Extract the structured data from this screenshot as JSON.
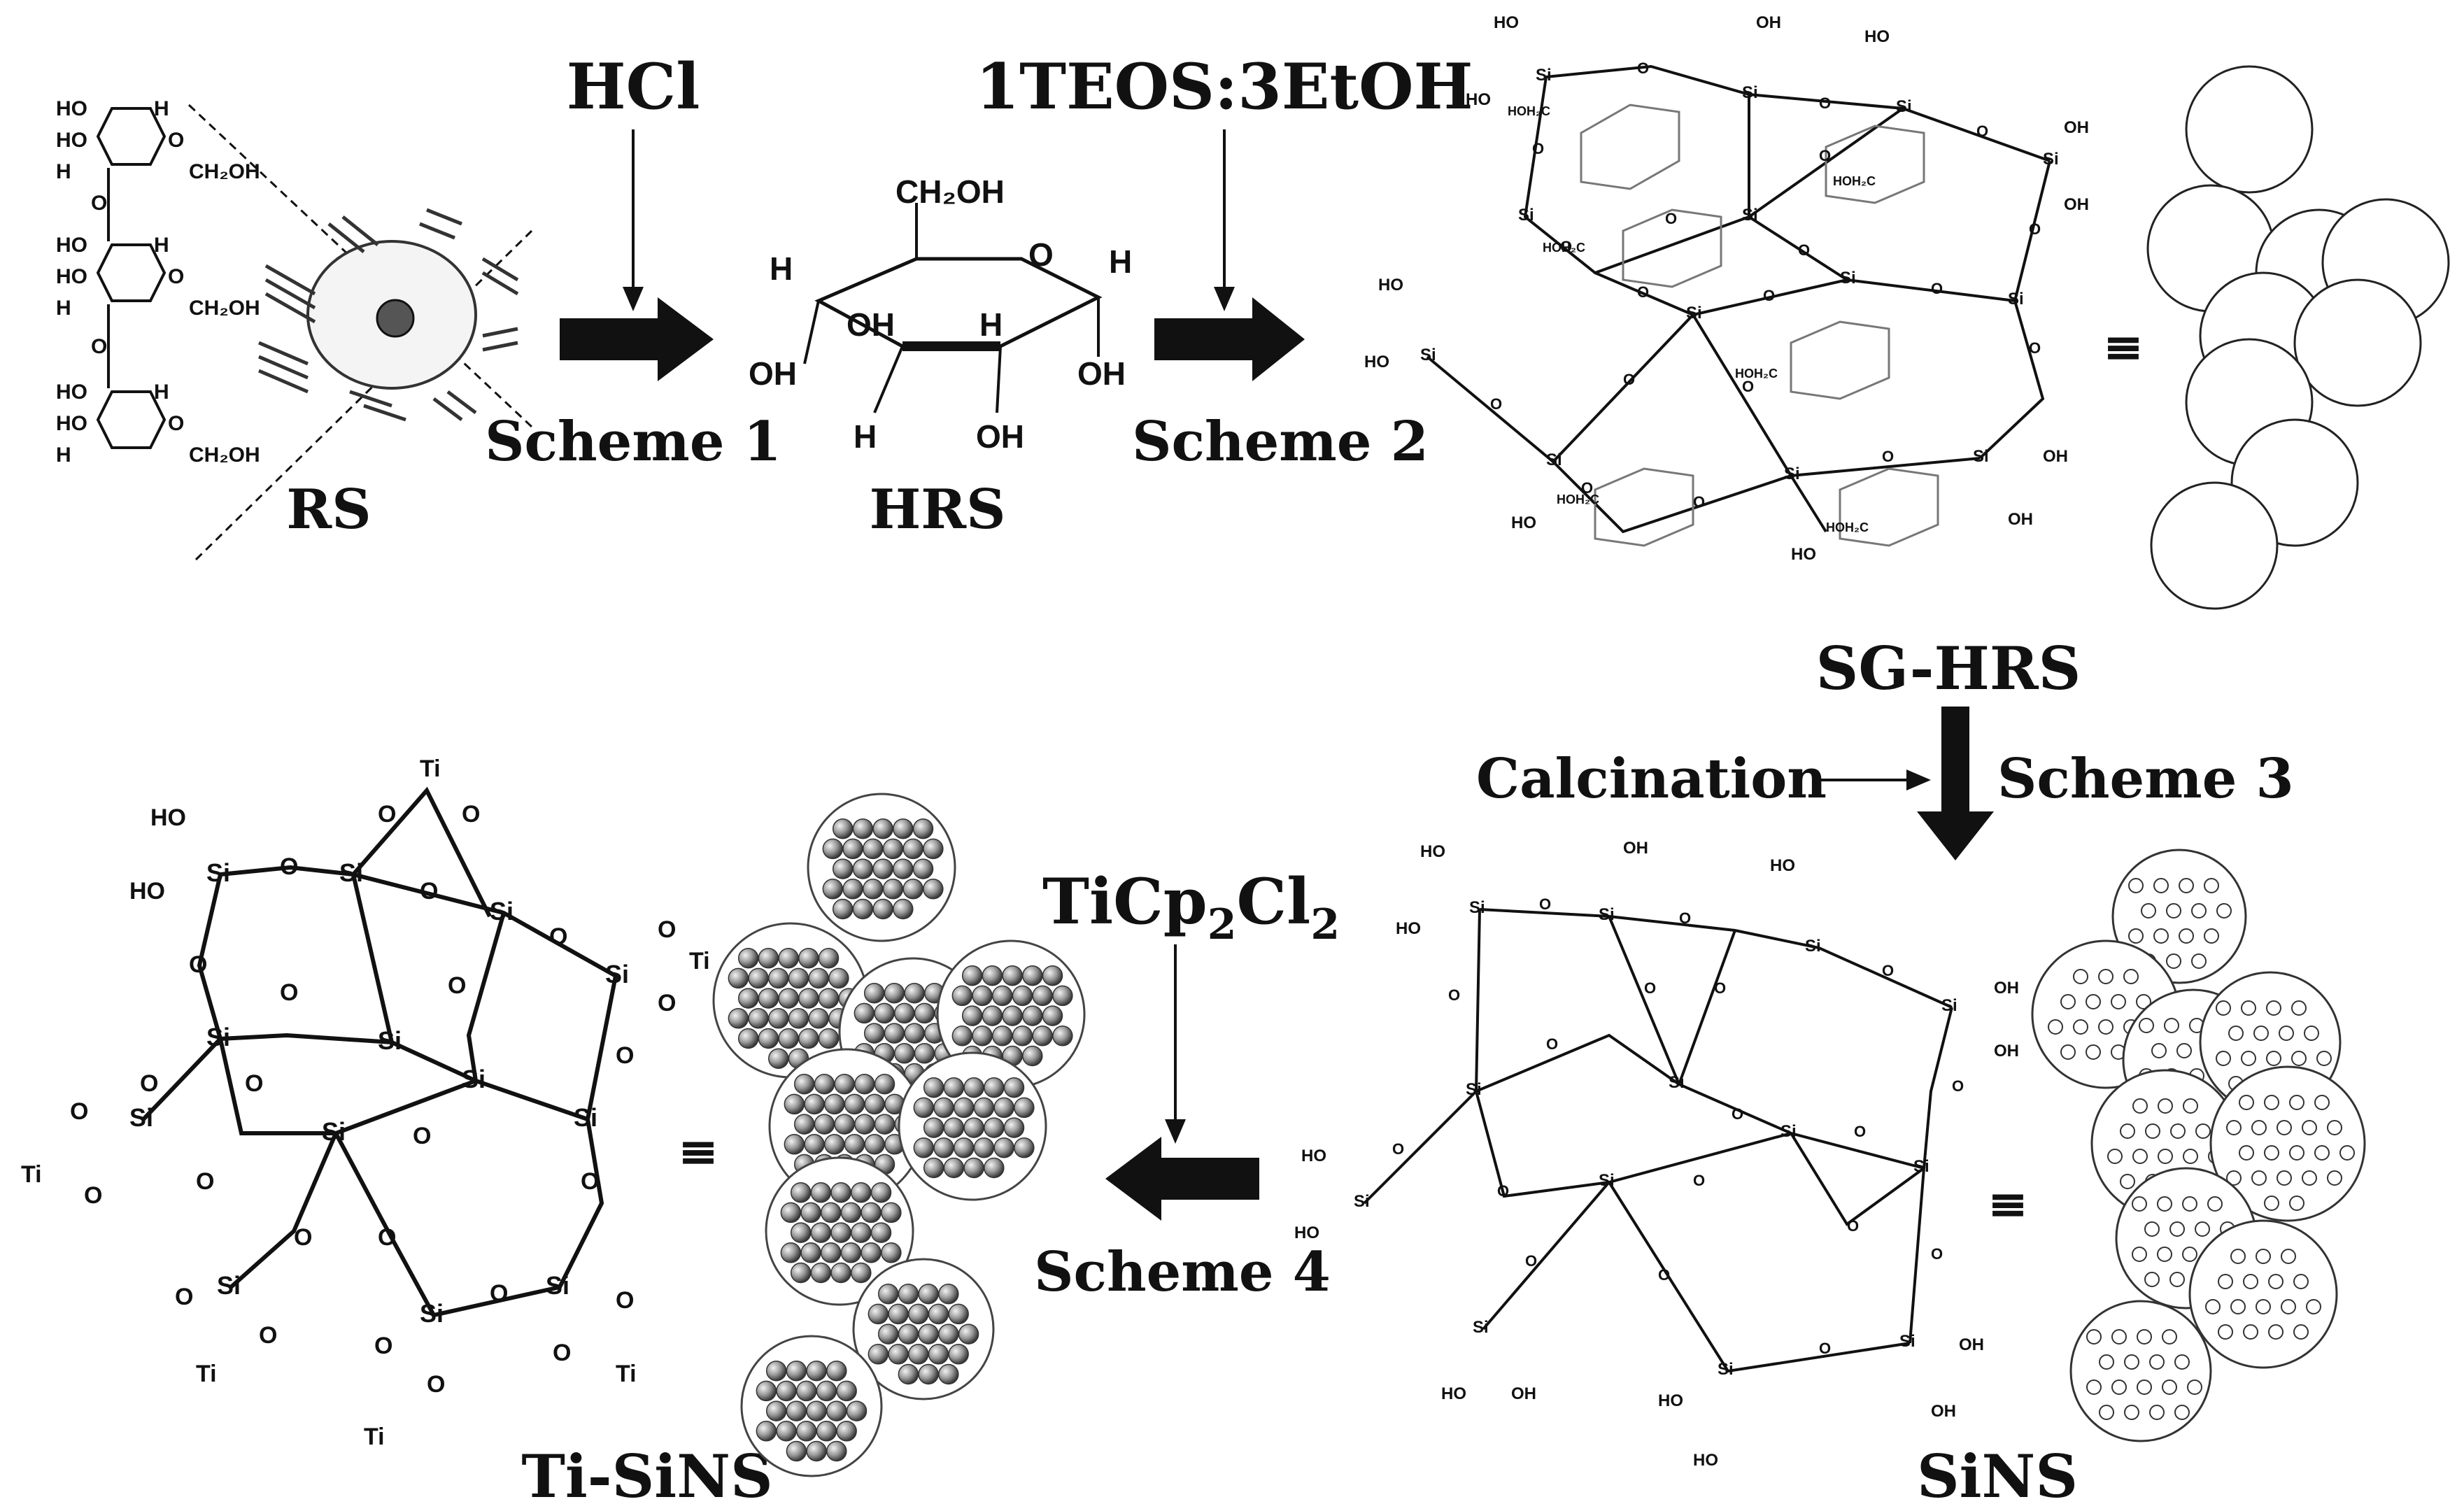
{
  "labels": {
    "rs": "RS",
    "hrs": "HRS",
    "sg_hrs": "SG-HRS",
    "sins": "SiNS",
    "ti_sins": "Ti-SiNS"
  },
  "reagents": {
    "hcl": "HCl",
    "teos": "1TEOS:3EtOH",
    "calcination": "Calcination",
    "ticp2cl2_main": "TiCp",
    "ticp2cl2_sub1": "2",
    "ticp2cl2_cl": "Cl",
    "ticp2cl2_sub2": "2"
  },
  "schemes": {
    "s1": "Scheme 1",
    "s2": "Scheme 2",
    "s3": "Scheme 3",
    "s4": "Scheme 4"
  },
  "symbols": {
    "equiv": "≡"
  },
  "atoms": {
    "si": "Si",
    "o": "O",
    "oh": "OH",
    "ho": "HO",
    "ti": "Ti",
    "h": "H",
    "ch2oh": "CH₂OH",
    "hoh2c": "HOH₂C"
  },
  "colors": {
    "line": "#111111",
    "sphere_fill": "#9a9a9a",
    "ring_grey": "#777777"
  }
}
